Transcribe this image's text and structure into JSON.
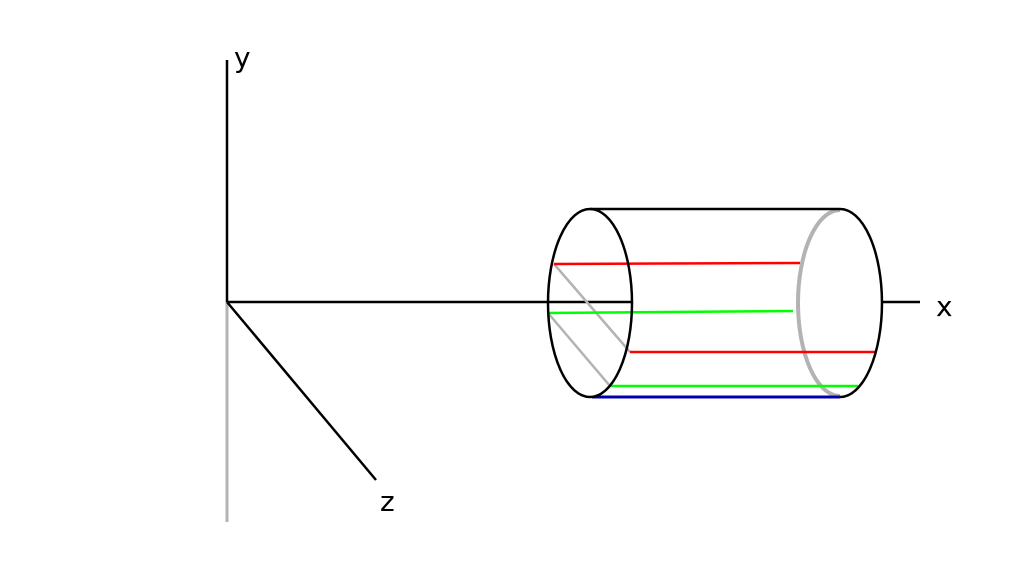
{
  "diagram": {
    "axes": {
      "y_label": "y",
      "x_label": "x",
      "z_label": "z"
    },
    "colors": {
      "axis": "#000000",
      "hidden_axis": "#b3b3b3",
      "outline": "#000000",
      "hidden_edge": "#b3b3b3",
      "red_line": "#ff0000",
      "green_line": "#00ff00",
      "blue_line": "#0000aa"
    }
  }
}
